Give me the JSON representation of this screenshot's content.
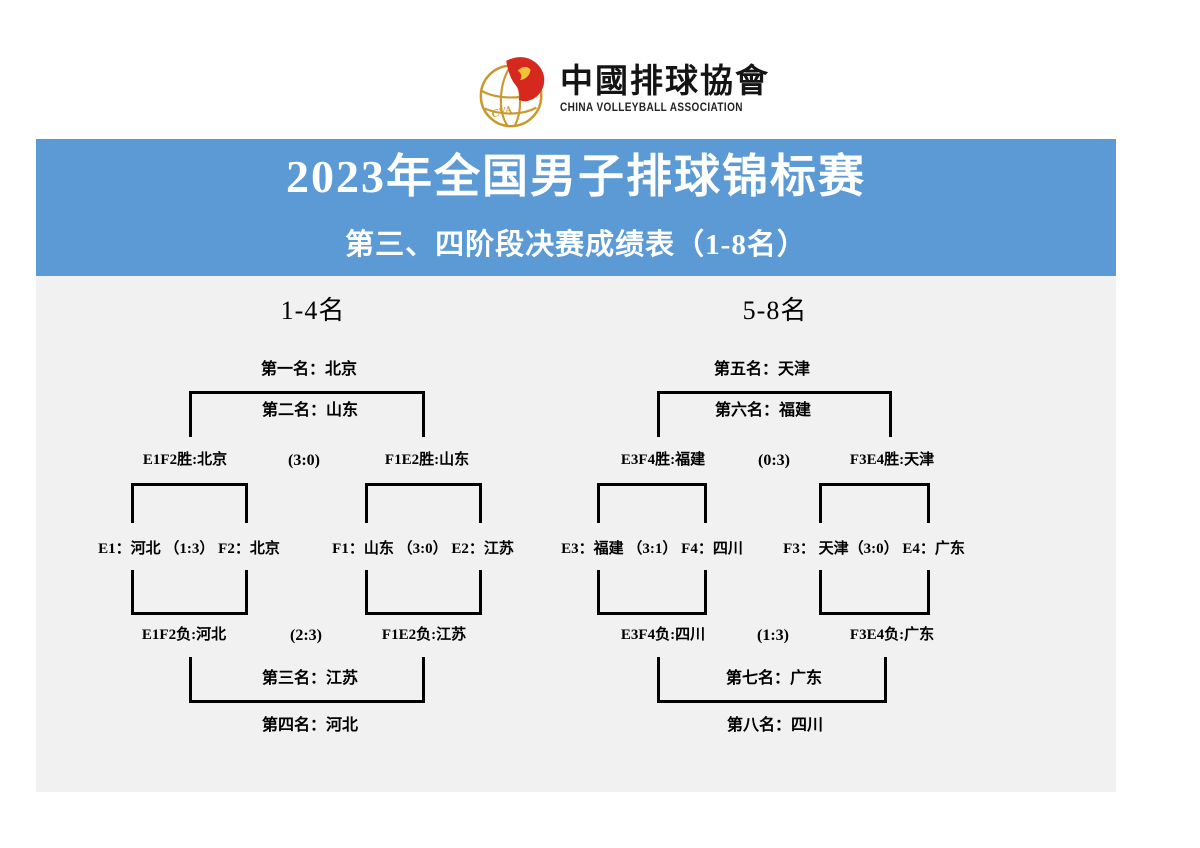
{
  "logo": {
    "cn_name": "中國排球協會",
    "en_name": "CHINA VOLLEYBALL ASSOCIATION",
    "cva_text": "CVA",
    "gold_color": "#c9992e",
    "red_color": "#d6281e"
  },
  "header": {
    "title": "2023年全国男子排球锦标赛",
    "subtitle": "第三、四阶段决赛成绩表（1-8名）",
    "bg_color": "#5b9ad5",
    "text_color": "#ffffff"
  },
  "panel": {
    "bg_color": "#f1f1f2",
    "line_color": "#000000"
  },
  "brackets": [
    {
      "group_title": "1-4名",
      "place_1": "第一名：北京",
      "place_2": "第二名：山东",
      "final_score": "(3:0)",
      "winner_left": "E1F2胜:北京",
      "winner_right": "F1E2胜:山东",
      "semifinal_left": "E1：河北 （1:3） F2：北京",
      "semifinal_right": "F1：山东 （3:0） E2：江苏",
      "loser_left": "E1F2负:河北",
      "consolation_score": "(2:3)",
      "loser_right": "F1E2负:江苏",
      "place_3": "第三名：江苏",
      "place_4": "第四名：河北"
    },
    {
      "group_title": "5-8名",
      "place_1": "第五名：天津",
      "place_2": "第六名：福建",
      "final_score": "(0:3)",
      "winner_left": "E3F4胜:福建",
      "winner_right": "F3E4胜:天津",
      "semifinal_left": "E3：福建 （3:1） F4：四川",
      "semifinal_right": "F3： 天津（3:0） E4：广东",
      "loser_left": "E3F4负:四川",
      "consolation_score": "(1:3)",
      "loser_right": "F3E4负:广东",
      "place_3": "第七名：广东",
      "place_4": "第八名：四川"
    }
  ]
}
